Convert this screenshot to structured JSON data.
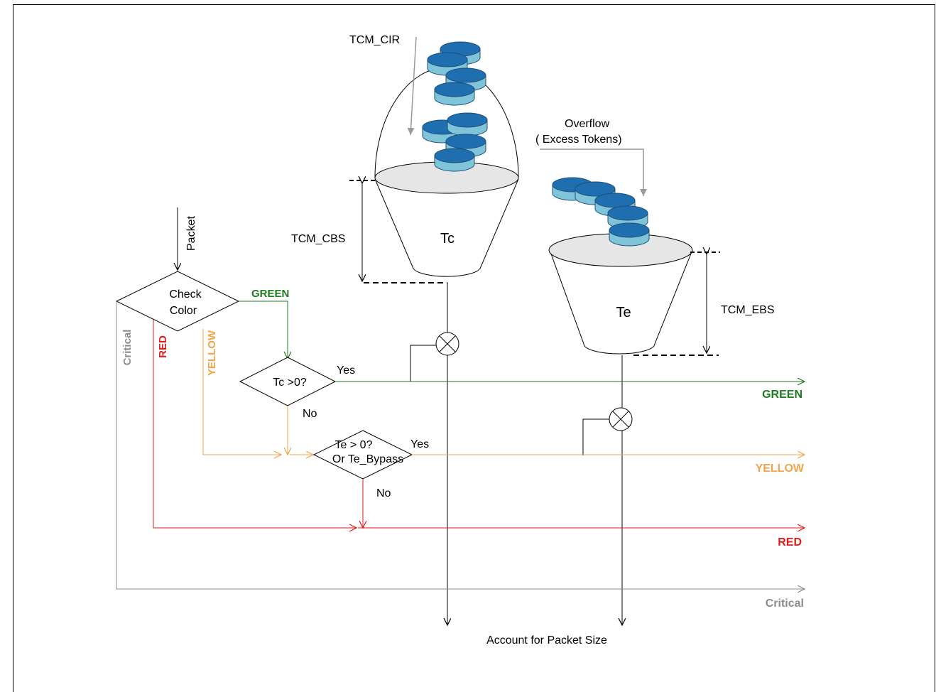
{
  "labels": {
    "cir": "TCM_CIR",
    "overflow_line1": "Overflow",
    "overflow_line2": "( Excess Tokens)",
    "cbs": "TCM_CBS",
    "ebs": "TCM_EBS",
    "tc": "Tc",
    "te": "Te",
    "packet": "Packet",
    "check_color_line1": "Check",
    "check_color_line2": "Color",
    "green_branch": "GREEN",
    "red_branch": "RED",
    "yellow_branch": "YELLOW",
    "critical_branch": "Critical",
    "tc_test": "Tc >0?",
    "te_test_line1": "Te > 0?",
    "te_test_line2": "Or Te_Bypass",
    "yes_tc": "Yes",
    "no_tc": "No",
    "yes_te": "Yes",
    "no_te": "No",
    "out_green": "GREEN",
    "out_yellow": "YELLOW",
    "out_red": "RED",
    "out_critical": "Critical",
    "account": "Account for Packet Size"
  },
  "colors": {
    "green": "#1e7a1e",
    "yellow": "#f2a54a",
    "red": "#e01b1b",
    "critical": "#8c8c8c",
    "token_fill": "#1f6fb0",
    "token_side": "#7fc4d8",
    "bucket_fill": "#e6e6e6"
  }
}
